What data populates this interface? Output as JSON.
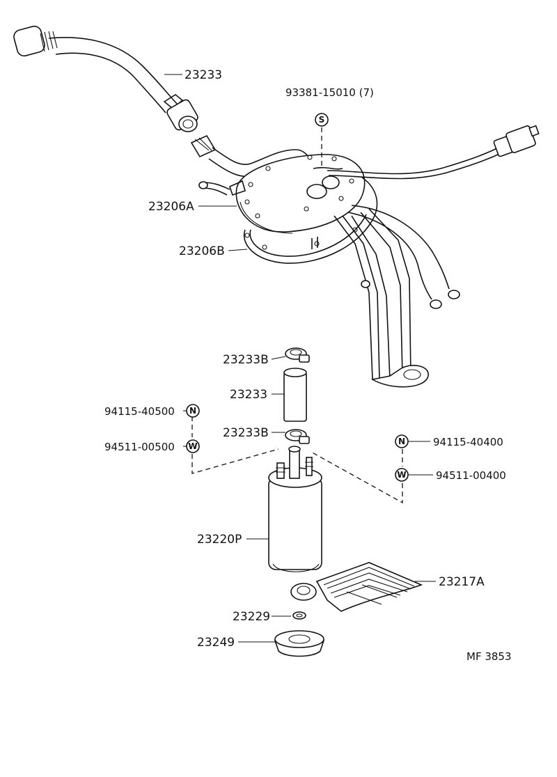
{
  "labels": {
    "hose_top": "23233",
    "bolt": "93381-15010 (7)",
    "bolt_symbol": "S",
    "plate_a": "23206A",
    "gasket_b": "23206B",
    "clamp_upper": "23233B",
    "hose_mid": "23233",
    "clamp_lower": "23233B",
    "nut_left": "94115-40500",
    "nut_left_symbol": "N",
    "washer_left": "94511-00500",
    "washer_left_symbol": "W",
    "nut_right": "94115-40400",
    "nut_right_symbol": "N",
    "washer_right": "94511-00400",
    "washer_right_symbol": "W",
    "pump": "23220P",
    "filter": "23217A",
    "ring": "23229",
    "cushion": "23249",
    "figure_code": "MF 3853"
  }
}
